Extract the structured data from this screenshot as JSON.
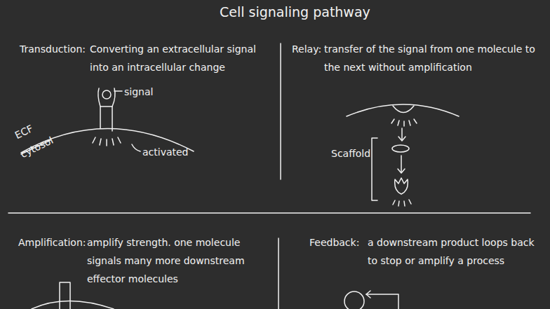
{
  "diagram": {
    "title": "Cell signaling pathway",
    "labels": [
      "Transduction:",
      "Converting an extracellular signal into an intracellular change",
      "signal",
      "ECF",
      "cytosol",
      "activated",
      "Relay:",
      "transfer of the signal from one molecule to the next without amplification",
      "Scaffold",
      "Amplification:",
      "amplify strength. one molecule signals many more downstream effector molecules",
      "Feedback:",
      "a downstream product loops back to stop or amplify a process"
    ]
  }
}
